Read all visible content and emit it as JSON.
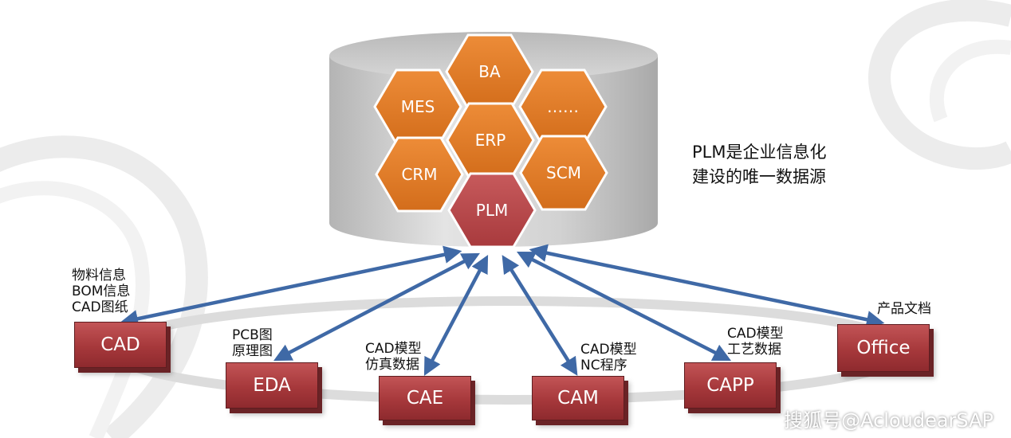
{
  "hexagons": [
    {
      "id": "ba",
      "label": "BA",
      "color": "#e07b26"
    },
    {
      "id": "mes",
      "label": "MES",
      "color": "#e07b26"
    },
    {
      "id": "dots",
      "label": "……",
      "color": "#e07b26"
    },
    {
      "id": "erp",
      "label": "ERP",
      "color": "#e07b26"
    },
    {
      "id": "crm",
      "label": "CRM",
      "color": "#e07b26"
    },
    {
      "id": "scm",
      "label": "SCM",
      "color": "#e07b26"
    },
    {
      "id": "plm",
      "label": "PLM",
      "color": "#b8484a"
    }
  ],
  "tagline": {
    "line1": "PLM是企业信息化",
    "line2": "建设的唯一数据源"
  },
  "systems": [
    {
      "id": "cad",
      "label": "CAD",
      "data": [
        "物料信息",
        "BOM信息",
        "CAD图纸"
      ]
    },
    {
      "id": "eda",
      "label": "EDA",
      "data": [
        "PCB图",
        "原理图"
      ]
    },
    {
      "id": "cae",
      "label": "CAE",
      "data": [
        "CAD模型",
        "仿真数据"
      ]
    },
    {
      "id": "cam",
      "label": "CAM",
      "data": [
        "CAD模型",
        "NC程序"
      ]
    },
    {
      "id": "capp",
      "label": "CAPP",
      "data": [
        "CAD模型",
        "工艺数据"
      ]
    },
    {
      "id": "office",
      "label": "Office",
      "data": [
        "产品文档"
      ]
    }
  ],
  "colors": {
    "arrow": "#3f69a6",
    "box": "#a6383b",
    "hex_orange": "#e07b26",
    "hex_red": "#b8484a",
    "cylinder": "#cfcfcf"
  },
  "watermark": "搜狐号@AcloudearSAP"
}
